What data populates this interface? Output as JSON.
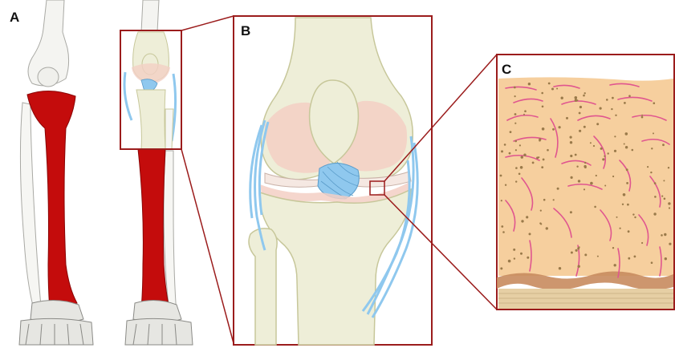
{
  "panels": {
    "a": {
      "label": "A"
    },
    "b": {
      "label": "B"
    },
    "c": {
      "label": "C"
    }
  },
  "colors": {
    "bone": "#f4f4f1",
    "bone_shadow": "#b9b9b4",
    "tibia_highlight": "#c40c0c",
    "knee_bone": "#eeeed8",
    "knee_outline": "#c7c79a",
    "cartilage_pink": "#f3cfc4",
    "ligament_blue": "#8fc8ee",
    "frame_border": "#9b1c1c",
    "tissue_matrix": "#f6cf9e",
    "fiber_pink": "#e0568f",
    "cell_dots": "#9a7a4a",
    "tidemark": "#c88b5e"
  },
  "icons": [
    "leg-skeleton-front-view",
    "knee-joint-illustration",
    "cartilage-tissue-section"
  ]
}
